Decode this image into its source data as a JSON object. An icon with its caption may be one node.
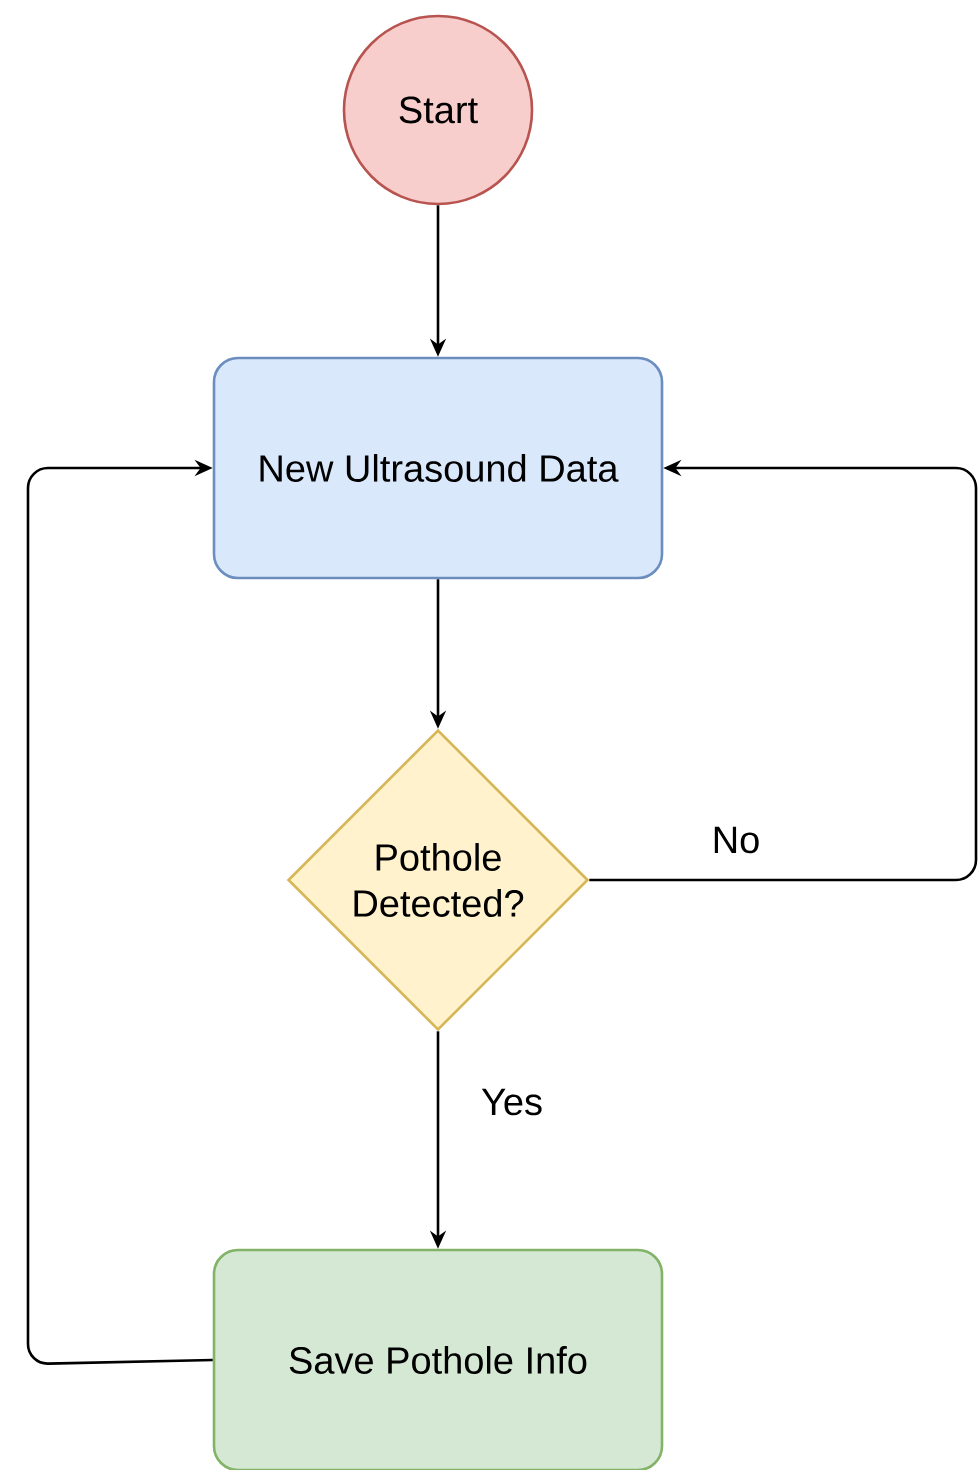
{
  "diagram": {
    "nodes": [
      {
        "text": [
          "Start"
        ]
      },
      {
        "text": [
          "New Ultrasound Data"
        ]
      },
      {
        "text": [
          "Pothole Detected?"
        ]
      },
      {
        "text": [
          "Save Pothole Info"
        ]
      }
    ],
    "edges": [
      {
        "from": 0,
        "to": 1,
        "arrow": "to"
      },
      {
        "from": 1,
        "to": 2,
        "arrow": "to"
      },
      {
        "from": 2,
        "to": 3,
        "arrow": "to",
        "label": "Yes"
      },
      {
        "from": 2,
        "to": 1,
        "arrow": "to",
        "label": "No"
      },
      {
        "from": 3,
        "to": 1,
        "arrow": "to"
      }
    ]
  }
}
